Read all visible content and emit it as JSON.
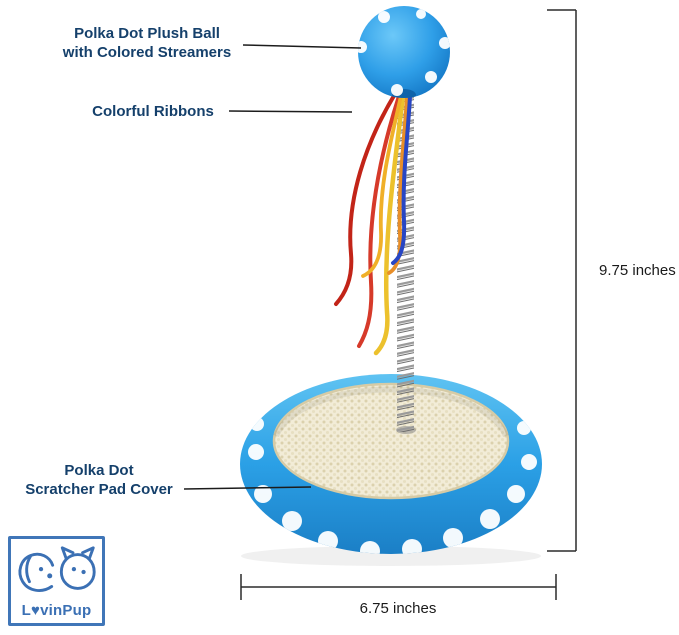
{
  "annotations": {
    "ball_label_line1": "Polka Dot Plush Ball",
    "ball_label_line2": "with Colored Streamers",
    "ribbons_label": "Colorful Ribbons",
    "scratcher_label_line1": "Polka Dot",
    "scratcher_label_line2": "Scratcher Pad Cover"
  },
  "dimensions": {
    "height_label": "9.75 inches",
    "width_label": "6.75 inches"
  },
  "logo": {
    "brand": "L♥vinPup",
    "icon": "dog-cat-icon"
  },
  "product": {
    "colors": {
      "ball_blue": "#2f9fe8",
      "base_blue": "#2ba0e6",
      "pad_beige": "#f2ecd7",
      "spring_gray": "#8f8f8f",
      "ribbon_red": "#c22418",
      "ribbon_light_red": "#d63a2a",
      "ribbon_yellow": "#ecc12d",
      "ribbon_gold": "#f0b028",
      "ribbon_orange": "#e88e28",
      "ribbon_blue": "#2846c4",
      "polka_dot": "#ffffff"
    }
  },
  "ui": {
    "annotation_text_color": "#15406b",
    "line_color": "#1c1c1c",
    "logo_blue": "#3b70b4"
  }
}
